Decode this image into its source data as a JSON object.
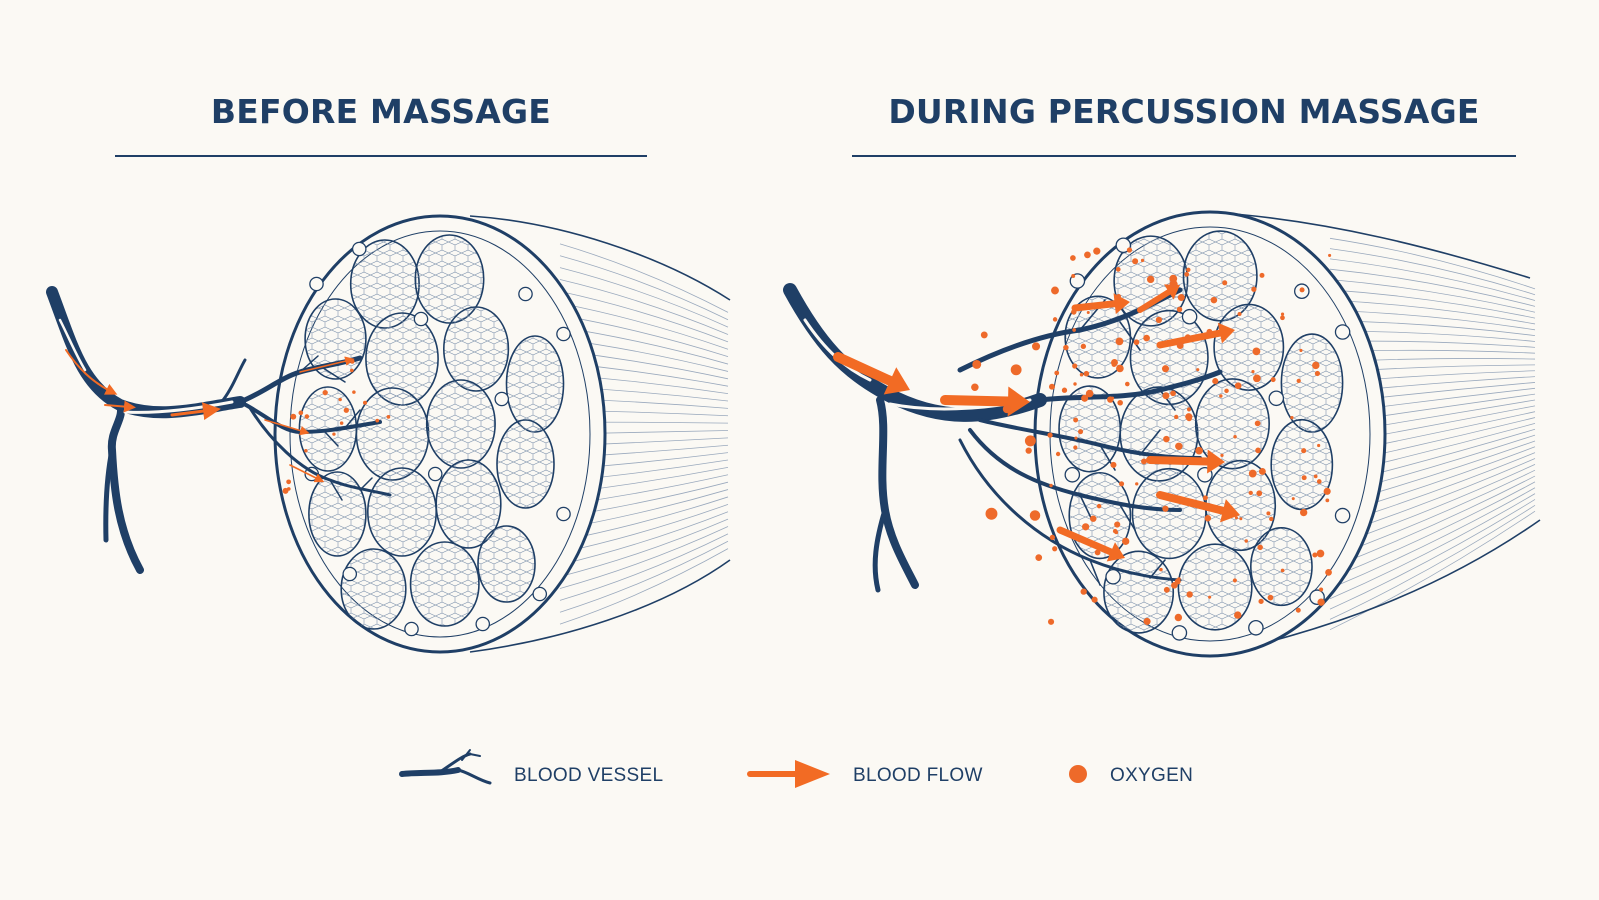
{
  "panels": {
    "before": {
      "title": "BEFORE MASSAGE"
    },
    "during": {
      "title": "DURING PERCUSSION MASSAGE"
    }
  },
  "legend": {
    "vessel": {
      "label": "BLOOD VESSEL",
      "icon": "blood-vessel-icon"
    },
    "flow": {
      "label": "BLOOD FLOW",
      "icon": "arrow-right-icon"
    },
    "oxygen": {
      "label": "OXYGEN",
      "icon": "dot-icon"
    }
  },
  "colors": {
    "vessel": "#1f3f66",
    "flow": "#f26b24",
    "oxygen": "#ee6a2a",
    "background": "#fbf9f4"
  }
}
